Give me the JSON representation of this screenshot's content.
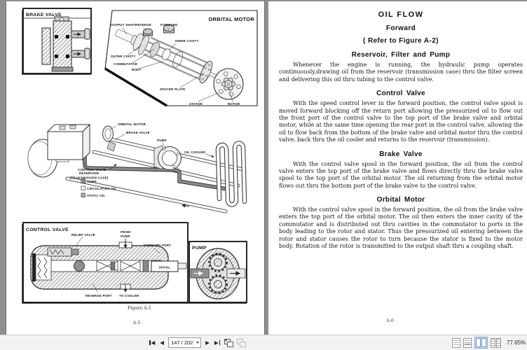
{
  "toolbar": {
    "page_indicator": "147 / 202",
    "zoom_level": "77.65%",
    "first_page_glyph": "◀",
    "prev_page_glyph": "◀",
    "next_page_glyph": "▶",
    "last_page_glyph": "▶"
  },
  "colors": {
    "selected_view_bg": "#cfe3f8",
    "selected_view_border": "#86abd8",
    "viewer_background": "#8f8f8f"
  },
  "left_page": {
    "page_number": "A-5",
    "figure_caption": "Figure A-1",
    "brake_valve": {
      "title": "BRAKE VALVE"
    },
    "orbital_motor": {
      "title": "ORBITAL MOTOR",
      "labels": {
        "output_shaft": "OUTPUT SHAFT",
        "reverse": "REVERSE",
        "forward": "FORWARD",
        "inner_cavity": "INNER CAVITY",
        "outer_cavity": "OUTER CAVITY",
        "commutator": "COMMUTATOR",
        "body": "BODY",
        "spacer_plate": "SPACER PLATE",
        "stator": "STATOR",
        "rotor": "ROTOR"
      }
    },
    "system_diagram": {
      "labels": {
        "orbital_motor": "ORBITAL MOTOR",
        "brake_valve": "BRAKE VALVE",
        "pump": "PUMP",
        "oil_cooler": "OIL COOLER",
        "control_valve": "CONTROL VALVE",
        "reservoir_line1": "RESERVOIR",
        "reservoir_line2": "(TRANSMISSION CASE)"
      },
      "legend": {
        "sump": "SUMP",
        "circulating_oil": "CIRCULATING OIL",
        "static_oil": "STATIC OIL"
      }
    },
    "control_valve": {
      "title": "CONTROL VALVE",
      "labels": {
        "relief_valve": "RELIEF VALVE",
        "from_pump_line1": "FROM",
        "from_pump_line2": "PUMP",
        "forward_port": "FORWARD PORT",
        "spool": "SPOOL",
        "reverse_port": "REVERSE PORT",
        "to_cooler": "TO COOLER"
      }
    },
    "pump": {
      "title": "PUMP"
    }
  },
  "right_page": {
    "page_number": "A-6",
    "title": "OIL FLOW",
    "subtitle": "Forward",
    "reference": "( Refer to Figure A-2)",
    "sections": [
      {
        "heading": "Reservoir, Filter and Pump",
        "body": "Whenever the engine is running, the hydraulic pump operates continuously,drawing oil from the reservoir (transmission case) thru the filter screen and delivering this oil thru tubing to the control valve."
      },
      {
        "heading": "Control Valve",
        "body": "With the speed control lever in the forward position, the control valve spool is moved forward blocking off the return port allowing the pressurized oil to flow out the front port of the control valve to the top port of the brake valve and orbital motor, while at the same time opening the rear port in the control valve, allowing the oil to flow back from the bottom of the brake valve and orbital motor thru the control valve, back thru the oil cooler and returns to the reservoir (transmission)."
      },
      {
        "heading": "Brake Valve",
        "body": "With the control valve spool in the forward position, the oil from the control valve enters the top port of the brake valve and flows directly thru the brake valve spool to the top port of the orbital motor. The oil returning from the orbital motor flows out thru the bottom port of the brake valve to the control valve."
      },
      {
        "heading": "Orbital Motor",
        "body": "With the control valve spool in the forward position, the oil from the brake valve enters the top port of the orbital motor. The oil then enters the inner cavity of the commutator and is distributed out thru cavities in the commutator to ports in the body leading to the rotor and stator. Thus the pressurized oil entering between the rotor and stator causes the rotor to turn because the stator is fixed to the motor body. Rotation of the rotor is transmitted to the output shaft thru a coupling shaft."
      }
    ]
  }
}
